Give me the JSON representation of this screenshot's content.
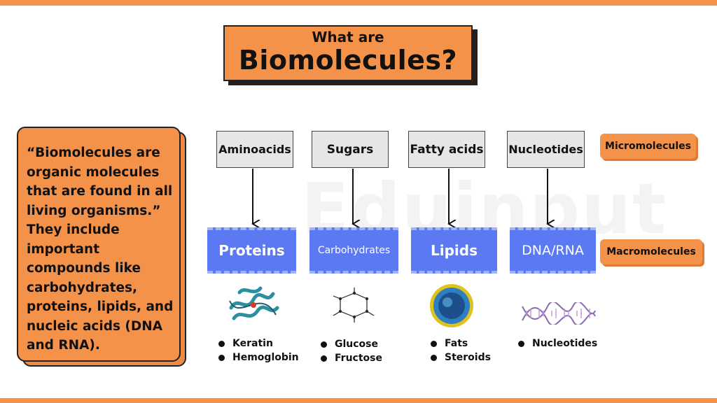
{
  "title": {
    "line1": "What are",
    "line2": "Biomolecules?"
  },
  "definition": "“Biomolecules are organic molecules that are found in all living organisms.” They include important compounds like carbohydrates, proteins, lipids, and nucleic acids (DNA and RNA).",
  "watermark": "Eduinput",
  "labels": {
    "micro": "Micromolecules",
    "macro": "Macromolecules"
  },
  "columns": [
    {
      "micro": "Aminoacids",
      "macro": "Proteins",
      "examples": [
        "Keratin",
        "Hemoglobin"
      ],
      "icon": "protein-structure-icon"
    },
    {
      "micro": "Sugars",
      "macro": "Carbohydrates",
      "examples": [
        "Glucose",
        "Fructose"
      ],
      "icon": "glucose-ring-icon"
    },
    {
      "micro": "Fatty acids",
      "macro": "Lipids",
      "examples": [
        "Fats",
        "Steroids"
      ],
      "icon": "lipid-sphere-icon"
    },
    {
      "micro": "Nucleotides",
      "macro": "DNA/RNA",
      "examples": [
        "Nucleotides"
      ],
      "icon": "dna-helix-icon"
    }
  ],
  "colors": {
    "accent": "#f4924a",
    "macro_fill": "#5b79f2",
    "micro_fill": "#e6e6e6"
  }
}
